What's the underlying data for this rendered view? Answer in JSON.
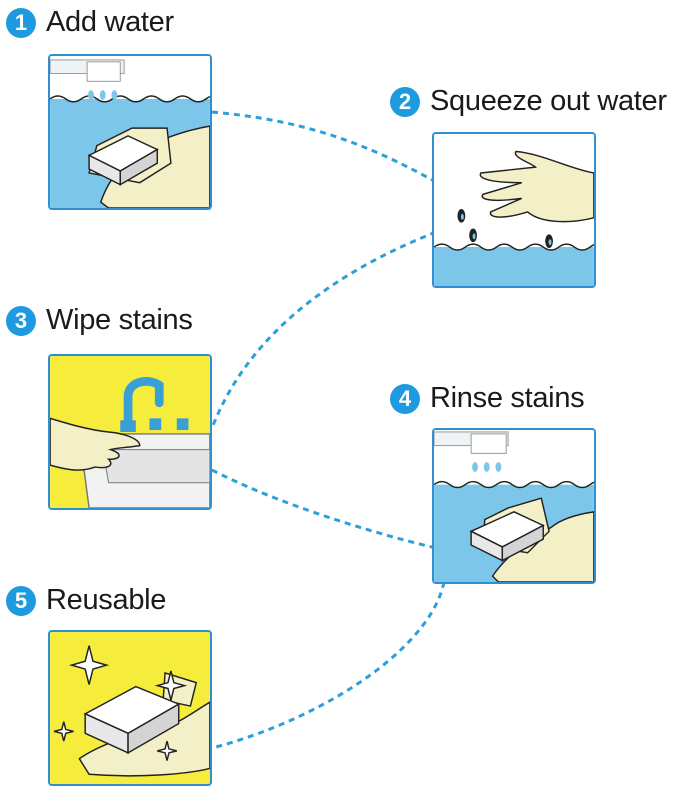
{
  "steps": [
    {
      "number": "1",
      "label": "Add water",
      "scene": "water",
      "theme_color": "#7cc6ea"
    },
    {
      "number": "2",
      "label": "Squeeze out water",
      "scene": "squeeze",
      "theme_color": "#7cc6ea"
    },
    {
      "number": "3",
      "label": "Wipe stains",
      "scene": "wipe",
      "theme_color": "#f5ec3b"
    },
    {
      "number": "4",
      "label": "Rinse stains",
      "scene": "rinse",
      "theme_color": "#7cc6ea"
    },
    {
      "number": "5",
      "label": "Reusable",
      "scene": "reuse",
      "theme_color": "#f5ec3b"
    }
  ],
  "colors": {
    "badge": "#1e9be0",
    "panel_border": "#2f8fd0",
    "connector": "#2f9fd8",
    "water": "#7cc6ea",
    "yellow": "#f5ec3b",
    "skin": "#f3f0c8"
  }
}
